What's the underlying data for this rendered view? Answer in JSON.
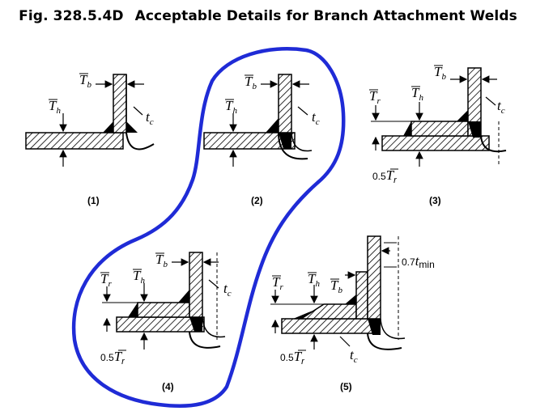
{
  "title": {
    "number": "Fig. 328.5.4D",
    "text": "Acceptable Details for Branch Attachment Welds"
  },
  "labels": {
    "Tb": "T",
    "Tb_sub": "b",
    "Th": "T",
    "Th_sub": "h",
    "Tr": "T",
    "Tr_sub": "r",
    "tc": "t",
    "tc_sub": "c",
    "half_Tr_prefix": "0.5",
    "tmin_prefix": "0.7",
    "tmin_var": "t",
    "tmin_sub": "min"
  },
  "captions": [
    "(1)",
    "(2)",
    "(3)",
    "(4)",
    "(5)"
  ],
  "colors": {
    "ink": "#000000",
    "highlight": "#1f2bd6"
  }
}
